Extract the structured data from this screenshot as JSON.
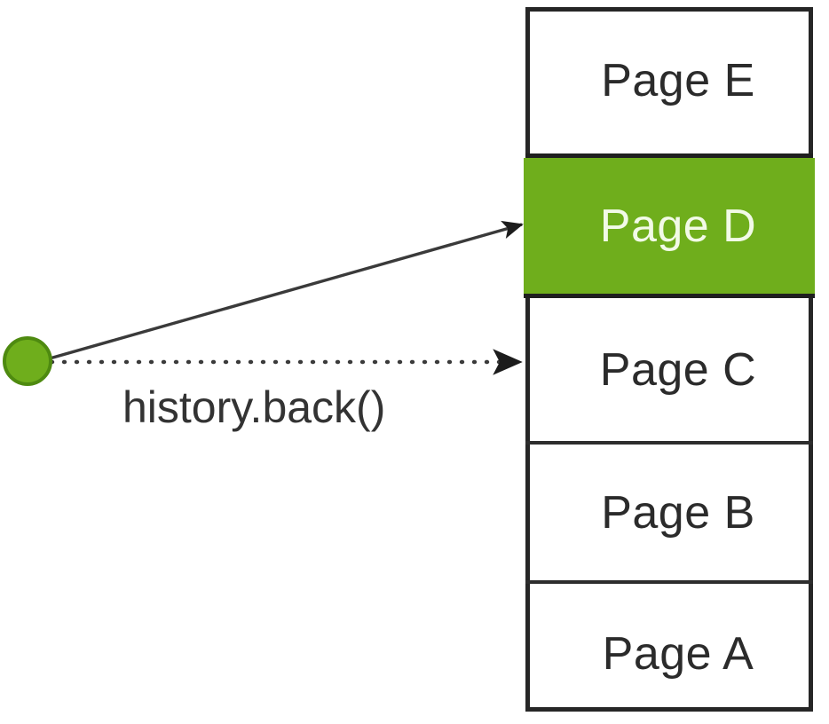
{
  "diagram": {
    "title": "Browser history stack with history.back() navigation",
    "type": "stack-diagram",
    "colors": {
      "highlight_green": "#6fae1c",
      "node_border_green": "#4e8a10",
      "box_border": "#262626",
      "text_dark": "#2b2b2b",
      "text_on_highlight": "#f2fae7"
    }
  },
  "stack": {
    "name": "history-stack",
    "cells": [
      {
        "id": "page-e",
        "label": "Page E",
        "highlighted": false
      },
      {
        "id": "page-d",
        "label": "Page D",
        "highlighted": true
      },
      {
        "id": "page-c",
        "label": "Page C",
        "highlighted": false
      },
      {
        "id": "page-b",
        "label": "Page B",
        "highlighted": false
      },
      {
        "id": "page-a",
        "label": "Page A",
        "highlighted": false
      }
    ]
  },
  "node": {
    "name": "current-position-node",
    "label": ""
  },
  "edges": [
    {
      "id": "edge-solid-to-page-d",
      "style": "solid",
      "target": "Page D",
      "label": ""
    },
    {
      "id": "edge-dotted-to-page-c",
      "style": "dotted",
      "target": "Page C",
      "label": "history.back()"
    }
  ],
  "labels": {
    "history_back": "history.back()"
  }
}
